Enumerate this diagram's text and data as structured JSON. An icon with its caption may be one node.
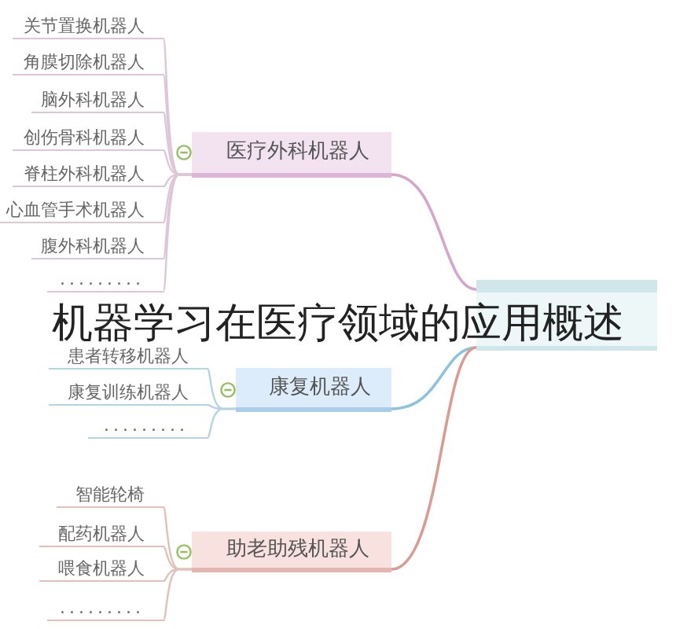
{
  "diagram": {
    "title": "机器学习在医疗领域的应用概述",
    "nodes": [
      {
        "text": [],
        "shape": "box"
      },
      {
        "text": [
          "医疗外科机器人"
        ]
      },
      {
        "text": [
          "关节置换机器人"
        ]
      },
      {
        "text": [
          "角膜切除机器人"
        ]
      },
      {
        "text": [
          "脑外科机器人"
        ]
      },
      {
        "text": [
          "创伤骨科机器人"
        ]
      },
      {
        "text": [
          "脊柱外科机器人"
        ]
      },
      {
        "text": [
          "心血管手术机器人"
        ]
      },
      {
        "text": [
          "腹外科机器人"
        ]
      },
      {
        "text": [
          "........."
        ]
      },
      {
        "text": [
          "康复机器人"
        ]
      },
      {
        "text": [
          "患者转移机器人"
        ]
      },
      {
        "text": [
          "康复训练机器人"
        ]
      },
      {
        "text": [
          "........."
        ]
      },
      {
        "text": [
          "助老助残机器人"
        ]
      },
      {
        "text": [
          "智能轮椅"
        ]
      },
      {
        "text": [
          "配药机器人"
        ]
      },
      {
        "text": [
          "喂食机器人"
        ]
      },
      {
        "text": [
          "........."
        ]
      }
    ],
    "edges": [
      {
        "from": 0,
        "to": 1,
        "arrow": "none",
        "color": "#d6a5cc"
      },
      {
        "from": 0,
        "to": 10,
        "arrow": "none",
        "color": "#8cc4db"
      },
      {
        "from": 0,
        "to": 14,
        "arrow": "none",
        "color": "#d89c92"
      },
      {
        "from": 1,
        "to": 2,
        "arrow": "none"
      },
      {
        "from": 1,
        "to": 3,
        "arrow": "none"
      },
      {
        "from": 1,
        "to": 4,
        "arrow": "none"
      },
      {
        "from": 1,
        "to": 5,
        "arrow": "none"
      },
      {
        "from": 1,
        "to": 6,
        "arrow": "none"
      },
      {
        "from": 1,
        "to": 7,
        "arrow": "none"
      },
      {
        "from": 1,
        "to": 8,
        "arrow": "none"
      },
      {
        "from": 1,
        "to": 9,
        "arrow": "none"
      },
      {
        "from": 10,
        "to": 11,
        "arrow": "none",
        "color": "#b5d4e2"
      },
      {
        "from": 10,
        "to": 12,
        "arrow": "none",
        "color": "#b5d4e2"
      },
      {
        "from": 10,
        "to": 13,
        "arrow": "none",
        "color": "#b5d4e2"
      },
      {
        "from": 14,
        "to": 15,
        "arrow": "none",
        "color": "#e0c0b8"
      },
      {
        "from": 14,
        "to": 16,
        "arrow": "none",
        "color": "#e0c0b8"
      },
      {
        "from": 14,
        "to": 17,
        "arrow": "none",
        "color": "#e0c0b8"
      },
      {
        "from": 14,
        "to": 18,
        "arrow": "none",
        "color": "#e0c0b8"
      }
    ]
  }
}
